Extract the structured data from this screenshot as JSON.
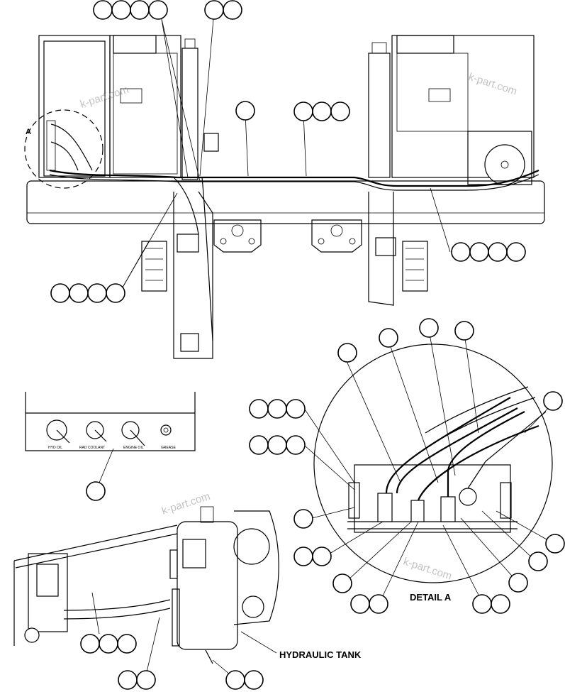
{
  "labels": {
    "view_a": "A",
    "detail_a": "DETAIL A",
    "hydraulic_tank": "HYDRAULIC TANK"
  },
  "gauges": {
    "hyd_oil": "HYD OIL",
    "rad_coolant": "RAD COOLANT",
    "engine_oil": "ENGINE OIL",
    "grease": "GREASE"
  },
  "watermark": "k-part.com"
}
